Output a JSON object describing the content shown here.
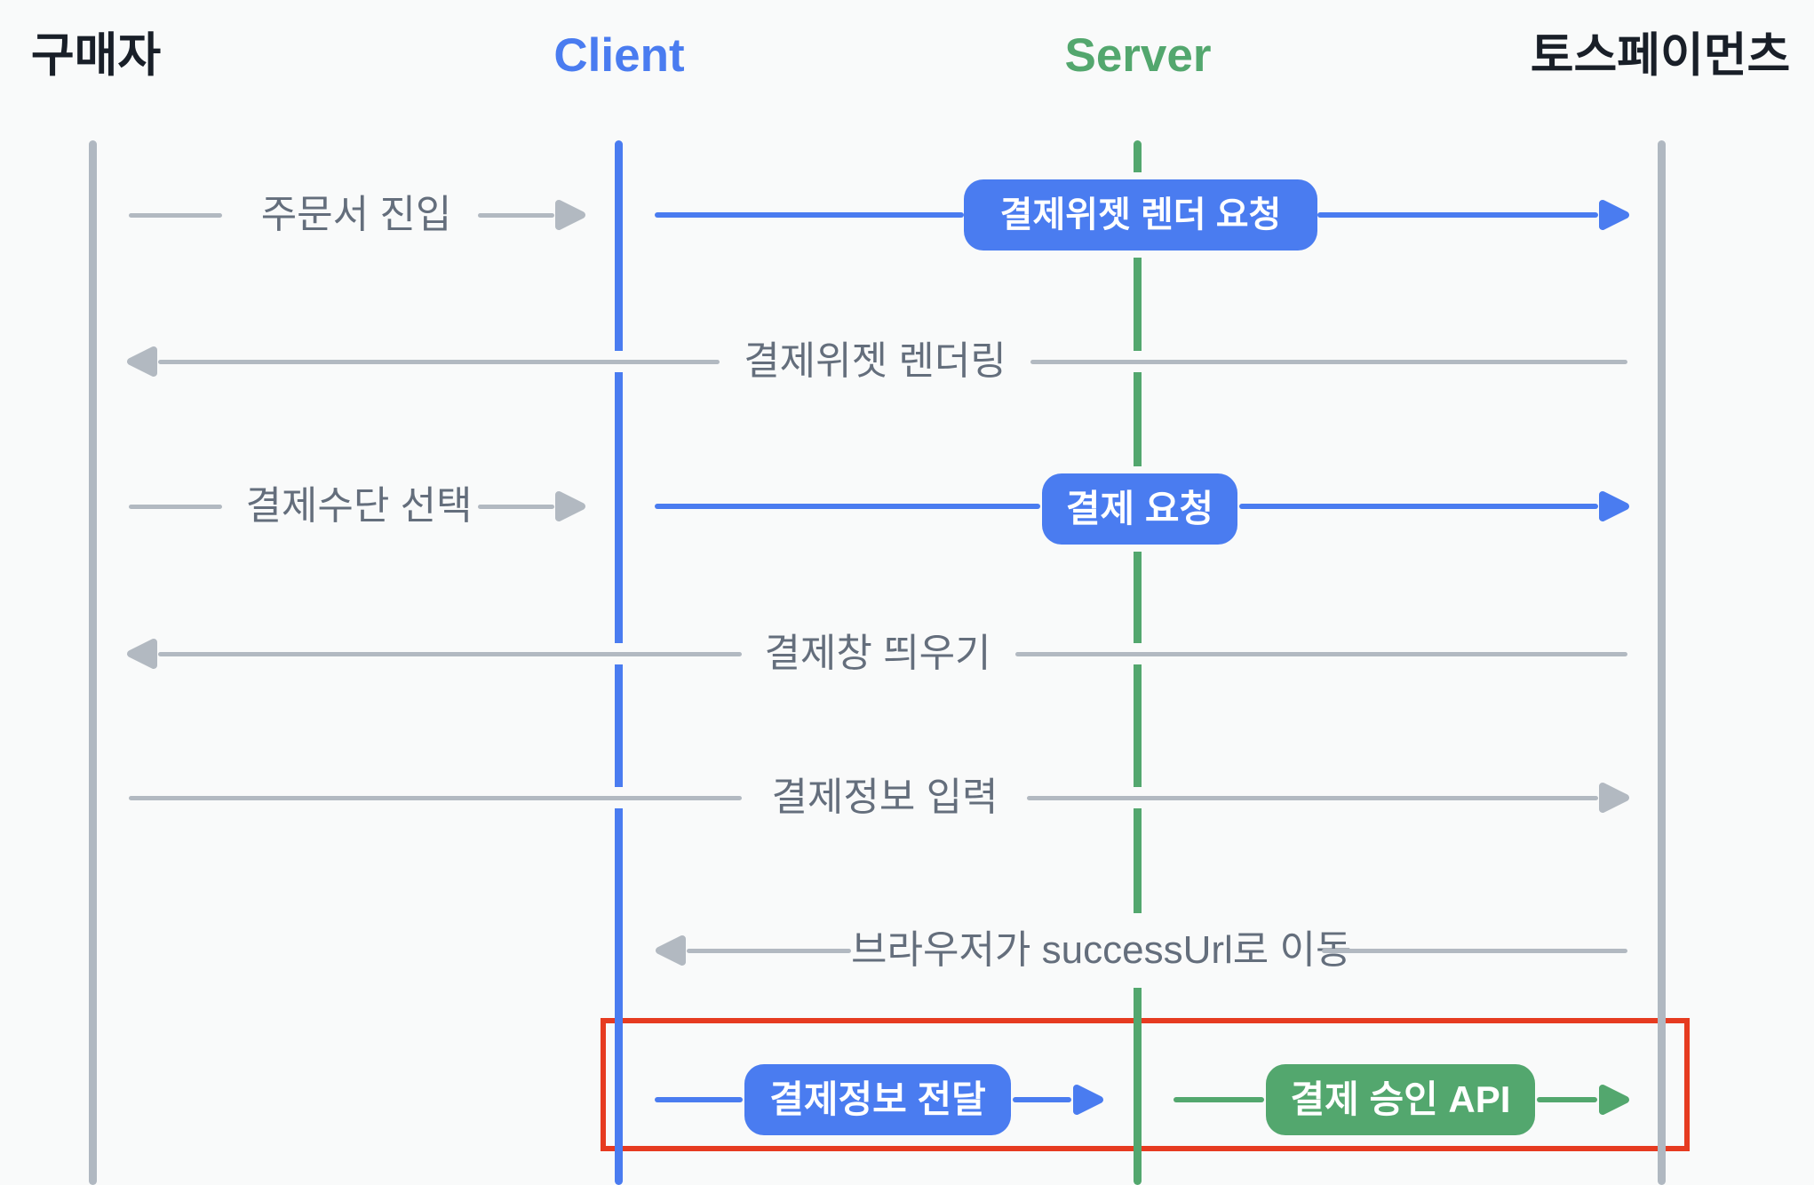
{
  "diagram": {
    "title_note": "Toss Payments payment-widget sequence diagram",
    "actors": {
      "buyer": {
        "label": "구매자",
        "color": "#191f28",
        "line_color": "#b0b8c1"
      },
      "client": {
        "label": "Client",
        "color": "#4a7cf0",
        "line_color": "#4a7cf0"
      },
      "server": {
        "label": "Server",
        "color": "#53a76e",
        "line_color": "#53a76e"
      },
      "toss": {
        "label": "토스페이먼츠",
        "color": "#191f28",
        "line_color": "#b0b8c1"
      }
    },
    "messages": [
      {
        "label": "주문서 진입",
        "from": "buyer",
        "to": "client",
        "direction": "right",
        "style": "plain-gray"
      },
      {
        "label": "결제위젯 렌더 요청",
        "from": "client",
        "to": "toss",
        "direction": "right",
        "style": "pill-blue"
      },
      {
        "label": "결제위젯 렌더링",
        "from": "toss",
        "to": "buyer",
        "direction": "left",
        "style": "plain-gray"
      },
      {
        "label": "결제수단 선택",
        "from": "buyer",
        "to": "client",
        "direction": "right",
        "style": "plain-gray"
      },
      {
        "label": "결제 요청",
        "from": "client",
        "to": "toss",
        "direction": "right",
        "style": "pill-blue"
      },
      {
        "label": "결제창 띄우기",
        "from": "toss",
        "to": "buyer",
        "direction": "left",
        "style": "plain-gray"
      },
      {
        "label": "결제정보 입력",
        "from": "buyer",
        "to": "toss",
        "direction": "right",
        "style": "plain-gray"
      },
      {
        "label": "브라우저가 successUrl로 이동",
        "from": "toss",
        "to": "client",
        "direction": "left",
        "style": "plain-gray"
      },
      {
        "label": "결제정보 전달",
        "from": "client",
        "to": "server",
        "direction": "right",
        "style": "pill-blue"
      },
      {
        "label": "결제 승인 API",
        "from": "server",
        "to": "toss",
        "direction": "right",
        "style": "pill-green"
      }
    ],
    "highlight": {
      "color": "#e63b20",
      "around": "final confirmation step"
    },
    "colors": {
      "background": "#f9fafa",
      "gray_line": "#b2b9c1",
      "gray_lifeline": "#b0b8c1",
      "label_text": "#646e7c",
      "header_dark": "#191f28",
      "blue": "#4a7cf0",
      "green": "#53a76e",
      "red": "#e63b20",
      "pill_text": "#ffffff"
    }
  }
}
